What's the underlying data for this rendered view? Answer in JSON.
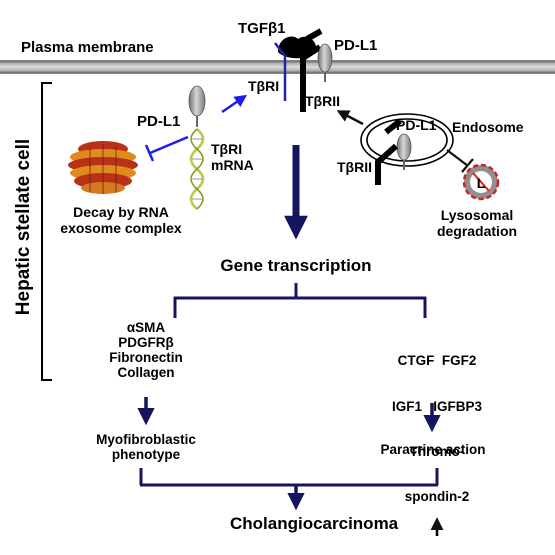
{
  "labels": {
    "plasma_membrane": "Plasma membrane",
    "hepatic_stellate_cell": "Hepatic stellate cell",
    "tgfb1": "TGFβ1",
    "pdl1_top": "PD-L1",
    "tbri_membrane": "TβRI",
    "tbrii_membrane": "TβRII",
    "pdl1_left": "PD-L1",
    "tbri_mrna_line1": "TβRI",
    "tbri_mrna_line2": "mRNA",
    "decay_line1": "Decay by RNA",
    "decay_line2": "exosome complex",
    "pdl1_endosome": "PD-L1",
    "endosome": "Endosome",
    "tbrii_endosome": "TβRII",
    "lysosome_mark": "L",
    "lysosomal_line1": "Lysosomal",
    "lysosomal_line2": "degradation",
    "gene_transcription": "Gene transcription",
    "left_genes": [
      "αSMA",
      "PDGFRβ",
      "Fibronectin",
      "Collagen"
    ],
    "right_genes_line1": "CTGF  FGF2",
    "right_genes_line2": "IGF1   IGFBP3",
    "right_genes_line3": "Thromo-",
    "right_genes_line4": "spondin-2",
    "myofibro_line1": "Myofibroblastic",
    "myofibro_line2": "phenotype",
    "paracrine": "Paracrine action",
    "outcome": "Cholangiocarcinoma"
  },
  "colors": {
    "navy": "#14145f",
    "inhibit_blue": "#1e1ee6",
    "membrane_gray": "#9a9a9a",
    "exosome_red": "#b8321a",
    "exosome_orange": "#e08a1e",
    "mrna_green": "#b5cc4a"
  }
}
